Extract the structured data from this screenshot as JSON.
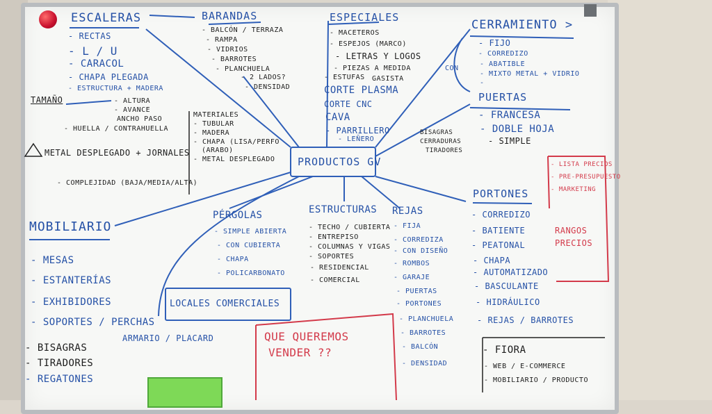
{
  "board": {
    "center": "PRODUCTOS GV",
    "escaleras": {
      "title": "ESCALERAS",
      "items": [
        "- RECTAS",
        "- L / U",
        "- CARACOL",
        "- CHAPA PLEGADA",
        "- ESTRUCTURA + MADERA"
      ],
      "tamano": "TAMAÑO",
      "tamano_items": [
        "- ALTURA",
        "- AVANCE",
        "ANCHO PASO"
      ],
      "huella": "- HUELLA / CONTRAHUELLA",
      "aviso": "METAL DESPLEGADO + JORNALES",
      "complejidad": "- COMPLEJIDAD (BAJA/MEDIA/ALTA)"
    },
    "barandas": {
      "title": "BARANDAS",
      "items": [
        "- BALCÓN / TERRAZA",
        "- RAMPA",
        "- VIDRIOS",
        "- BARROTES",
        "- PLANCHUELA",
        "- 2 LADOS?",
        "- DENSIDAD"
      ]
    },
    "materiales": {
      "items": [
        "MATERIALES",
        "- TUBULAR",
        "- MADERA",
        "- CHAPA (LISA/PERFO",
        "(ARABO)",
        "- METAL DESPLEGADO"
      ]
    },
    "especiales": {
      "title": "ESPECIALES",
      "items": [
        "- MACETEROS",
        "- ESPEJOS (MARCO)",
        "- LETRAS Y LOGOS",
        "- PIEZAS A MEDIDA",
        "- ESTUFAS",
        "- PARRILLERO",
        "- LEÑERO"
      ],
      "extra": [
        "CORTE PLASMA",
        "CORTE CNC",
        "CAVA"
      ],
      "gasista": "GASISTA"
    },
    "cerramiento": {
      "title": "CERRAMIENTO >",
      "items": [
        "- FIJO",
        "- CORREDIZO",
        "- ABATIBLE",
        "- MIXTO METAL + VIDRIO",
        "-"
      ],
      "con": "CON",
      "puertas_title": "PUERTAS",
      "puertas": [
        "- FRANCESA",
        "- DOBLE HOJA",
        "- SIMPLE"
      ],
      "herrajes": [
        "BISAGRAS",
        "CERRADURAS",
        "TIRADORES"
      ]
    },
    "portones": {
      "title": "PORTONES",
      "items": [
        "- CORREDIZO",
        "- BATIENTE",
        "- PEATONAL",
        "- CHAPA",
        "- AUTOMATIZADO",
        "- BASCULANTE",
        "- HIDRÁULICO",
        "- REJAS / BARROTES"
      ]
    },
    "precios": {
      "items": [
        "- LISTA PRECIOS",
        "- PRE-PRESUPUESTO",
        "- MARKETING"
      ],
      "rangos": "RANGOS PRECIOS"
    },
    "mobiliario": {
      "title": "MOBILIARIO",
      "items": [
        "- MESAS",
        "- ESTANTERÍAS",
        "- EXHIBIDORES",
        "- SOPORTES / PERCHAS"
      ],
      "black_items": [
        "- BISAGRAS",
        "- TIRADORES",
        "- REGATONES"
      ],
      "armario": "ARMARIO / PLACARD"
    },
    "pergolas": {
      "title": "PÉRGOLAS",
      "items": [
        "- SIMPLE ABIERTA",
        "- CON CUBIERTA",
        "- CHAPA",
        "- POLICARBONATO"
      ]
    },
    "locales": "LOCALES COMERCIALES",
    "estructuras": {
      "title": "ESTRUCTURAS",
      "items": [
        "- TECHO / CUBIERTA",
        "- ENTREPISO",
        "- COLUMNAS Y VIGAS",
        "- SOPORTES",
        "- RESIDENCIAL",
        "- COMERCIAL"
      ]
    },
    "rejas": {
      "title": "REJAS",
      "items": [
        "- FIJA",
        "- CORREDIZA",
        "- CON DISEÑO",
        "- ROMBOS",
        "- GARAJE",
        "- PUERTAS",
        "- PORTONES",
        "- PLANCHUELA",
        "- BARROTES",
        "- BALCÓN",
        "- DENSIDAD"
      ]
    },
    "vender": [
      "QUE QUEREMOS",
      "VENDER ??"
    ],
    "fiora": [
      "- FIORA",
      "- WEB / E-COMMERCE",
      "- MOBILIARIO / PRODUCTO"
    ]
  }
}
